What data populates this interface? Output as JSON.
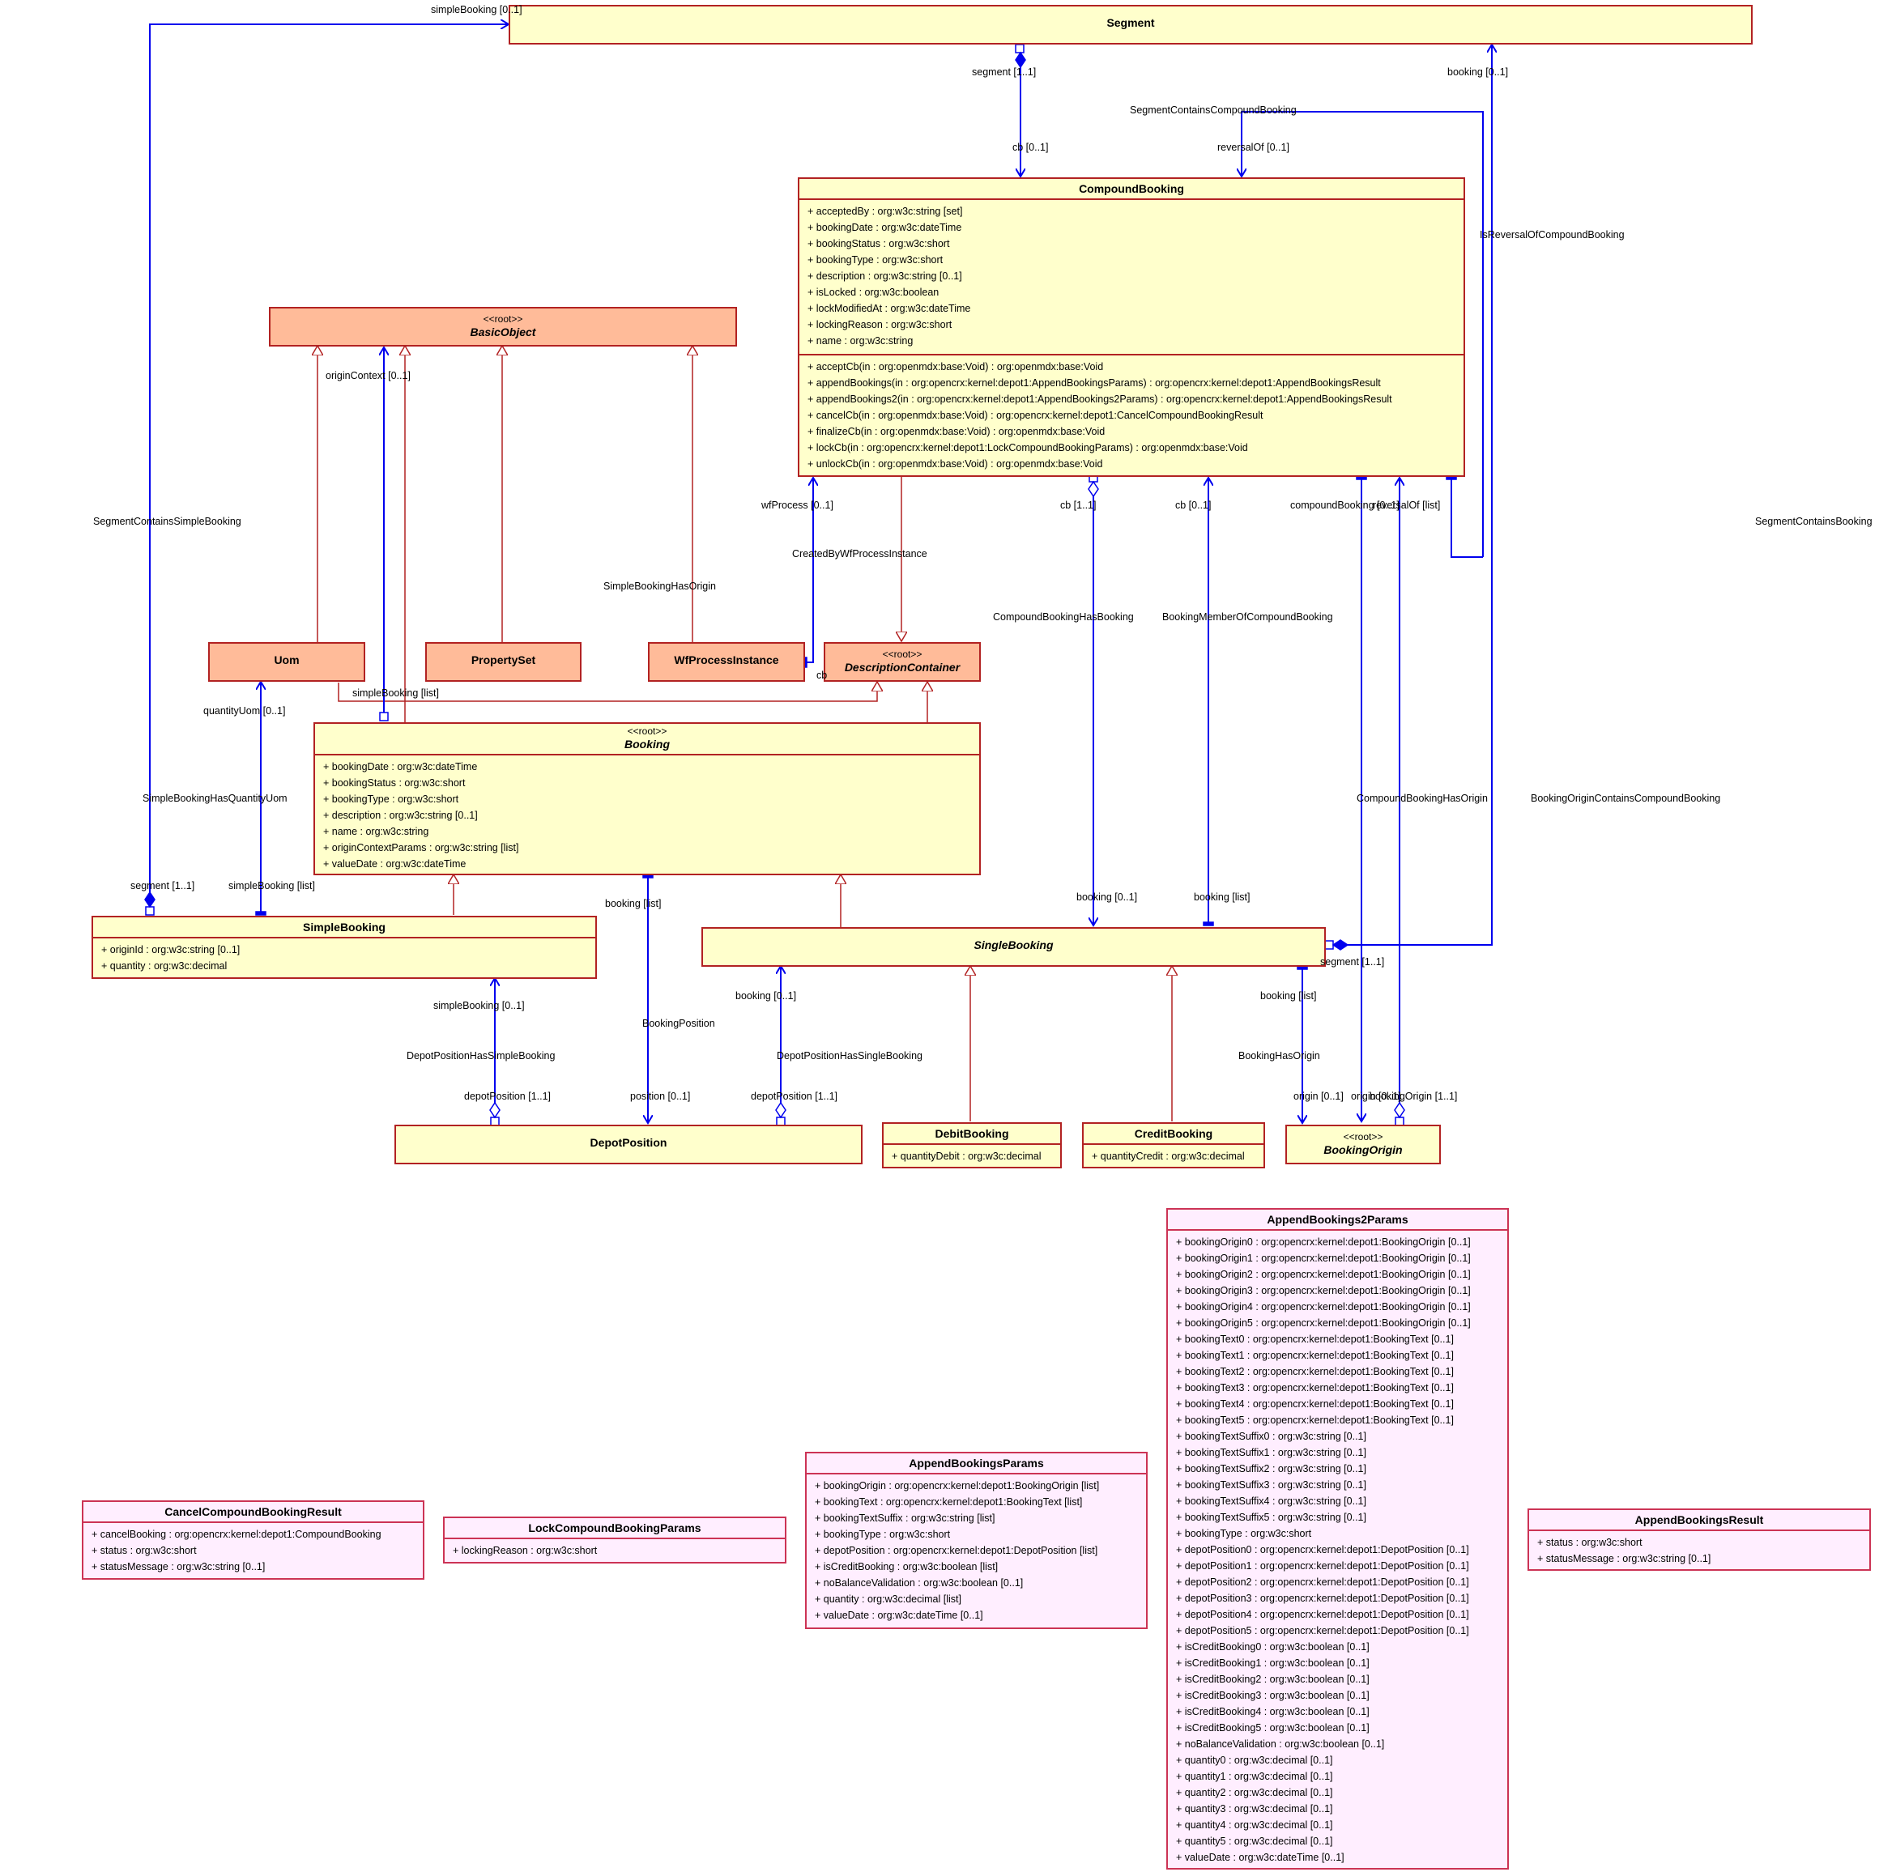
{
  "classes": {
    "segment": {
      "name": "Segment"
    },
    "compound_booking": {
      "name": "CompoundBooking",
      "attributes": [
        "+ acceptedBy : org:w3c:string [set]",
        "+ bookingDate : org:w3c:dateTime",
        "+ bookingStatus : org:w3c:short",
        "+ bookingType : org:w3c:short",
        "+ description : org:w3c:string [0..1]",
        "+ isLocked : org:w3c:boolean",
        "+ lockModifiedAt : org:w3c:dateTime",
        "+ lockingReason : org:w3c:short",
        "+ name : org:w3c:string"
      ],
      "operations": [
        "+ acceptCb(in : org:openmdx:base:Void) : org:openmdx:base:Void",
        "+ appendBookings(in : org:opencrx:kernel:depot1:AppendBookingsParams) : org:opencrx:kernel:depot1:AppendBookingsResult",
        "+ appendBookings2(in : org:opencrx:kernel:depot1:AppendBookings2Params) : org:opencrx:kernel:depot1:AppendBookingsResult",
        "+ cancelCb(in : org:openmdx:base:Void) : org:opencrx:kernel:depot1:CancelCompoundBookingResult",
        "+ finalizeCb(in : org:openmdx:base:Void) : org:openmdx:base:Void",
        "+ lockCb(in : org:opencrx:kernel:depot1:LockCompoundBookingParams) : org:openmdx:base:Void",
        "+ unlockCb(in : org:openmdx:base:Void) : org:openmdx:base:Void"
      ]
    },
    "basic_object": {
      "stereotype": "<<root>>",
      "name": "BasicObject"
    },
    "uom": {
      "name": "Uom"
    },
    "property_set": {
      "name": "PropertySet"
    },
    "wf_process_instance": {
      "name": "WfProcessInstance"
    },
    "description_container": {
      "stereotype": "<<root>>",
      "name": "DescriptionContainer"
    },
    "booking": {
      "stereotype": "<<root>>",
      "name": "Booking",
      "attributes": [
        "+ bookingDate : org:w3c:dateTime",
        "+ bookingStatus : org:w3c:short",
        "+ bookingType : org:w3c:short",
        "+ description : org:w3c:string [0..1]",
        "+ name : org:w3c:string",
        "+ originContextParams : org:w3c:string [list]",
        "+ valueDate : org:w3c:dateTime"
      ]
    },
    "simple_booking": {
      "name": "SimpleBooking",
      "attributes": [
        "+ originId : org:w3c:string [0..1]",
        "+ quantity : org:w3c:decimal"
      ]
    },
    "single_booking": {
      "name": "SingleBooking"
    },
    "depot_position": {
      "name": "DepotPosition"
    },
    "debit_booking": {
      "name": "DebitBooking",
      "attributes": [
        "+ quantityDebit : org:w3c:decimal"
      ]
    },
    "credit_booking": {
      "name": "CreditBooking",
      "attributes": [
        "+ quantityCredit : org:w3c:decimal"
      ]
    },
    "booking_origin": {
      "stereotype": "<<root>>",
      "name": "BookingOrigin"
    },
    "append_bookings2_params": {
      "name": "AppendBookings2Params",
      "attributes": [
        "+ bookingOrigin0 : org:opencrx:kernel:depot1:BookingOrigin [0..1]",
        "+ bookingOrigin1 : org:opencrx:kernel:depot1:BookingOrigin [0..1]",
        "+ bookingOrigin2 : org:opencrx:kernel:depot1:BookingOrigin [0..1]",
        "+ bookingOrigin3 : org:opencrx:kernel:depot1:BookingOrigin [0..1]",
        "+ bookingOrigin4 : org:opencrx:kernel:depot1:BookingOrigin [0..1]",
        "+ bookingOrigin5 : org:opencrx:kernel:depot1:BookingOrigin [0..1]",
        "+ bookingText0 : org:opencrx:kernel:depot1:BookingText [0..1]",
        "+ bookingText1 : org:opencrx:kernel:depot1:BookingText [0..1]",
        "+ bookingText2 : org:opencrx:kernel:depot1:BookingText [0..1]",
        "+ bookingText3 : org:opencrx:kernel:depot1:BookingText [0..1]",
        "+ bookingText4 : org:opencrx:kernel:depot1:BookingText [0..1]",
        "+ bookingText5 : org:opencrx:kernel:depot1:BookingText [0..1]",
        "+ bookingTextSuffix0 : org:w3c:string [0..1]",
        "+ bookingTextSuffix1 : org:w3c:string [0..1]",
        "+ bookingTextSuffix2 : org:w3c:string [0..1]",
        "+ bookingTextSuffix3 : org:w3c:string [0..1]",
        "+ bookingTextSuffix4 : org:w3c:string [0..1]",
        "+ bookingTextSuffix5 : org:w3c:string [0..1]",
        "+ bookingType : org:w3c:short",
        "+ depotPosition0 : org:opencrx:kernel:depot1:DepotPosition [0..1]",
        "+ depotPosition1 : org:opencrx:kernel:depot1:DepotPosition [0..1]",
        "+ depotPosition2 : org:opencrx:kernel:depot1:DepotPosition [0..1]",
        "+ depotPosition3 : org:opencrx:kernel:depot1:DepotPosition [0..1]",
        "+ depotPosition4 : org:opencrx:kernel:depot1:DepotPosition [0..1]",
        "+ depotPosition5 : org:opencrx:kernel:depot1:DepotPosition [0..1]",
        "+ isCreditBooking0 : org:w3c:boolean [0..1]",
        "+ isCreditBooking1 : org:w3c:boolean [0..1]",
        "+ isCreditBooking2 : org:w3c:boolean [0..1]",
        "+ isCreditBooking3 : org:w3c:boolean [0..1]",
        "+ isCreditBooking4 : org:w3c:boolean [0..1]",
        "+ isCreditBooking5 : org:w3c:boolean [0..1]",
        "+ noBalanceValidation : org:w3c:boolean [0..1]",
        "+ quantity0 : org:w3c:decimal [0..1]",
        "+ quantity1 : org:w3c:decimal [0..1]",
        "+ quantity2 : org:w3c:decimal [0..1]",
        "+ quantity3 : org:w3c:decimal [0..1]",
        "+ quantity4 : org:w3c:decimal [0..1]",
        "+ quantity5 : org:w3c:decimal [0..1]",
        "+ valueDate : org:w3c:dateTime [0..1]"
      ]
    },
    "append_bookings_params": {
      "name": "AppendBookingsParams",
      "attributes": [
        "+ bookingOrigin : org:opencrx:kernel:depot1:BookingOrigin [list]",
        "+ bookingText : org:opencrx:kernel:depot1:BookingText [list]",
        "+ bookingTextSuffix : org:w3c:string [list]",
        "+ bookingType : org:w3c:short",
        "+ depotPosition : org:opencrx:kernel:depot1:DepotPosition [list]",
        "+ isCreditBooking : org:w3c:boolean [list]",
        "+ noBalanceValidation : org:w3c:boolean [0..1]",
        "+ quantity : org:w3c:decimal [list]",
        "+ valueDate : org:w3c:dateTime [0..1]"
      ]
    },
    "cancel_compound_booking_result": {
      "name": "CancelCompoundBookingResult",
      "attributes": [
        "+ cancelBooking : org:opencrx:kernel:depot1:CompoundBooking",
        "+ status : org:w3c:short",
        "+ statusMessage : org:w3c:string [0..1]"
      ]
    },
    "lock_compound_booking_params": {
      "name": "LockCompoundBookingParams",
      "attributes": [
        "+ lockingReason : org:w3c:short"
      ]
    },
    "append_bookings_result": {
      "name": "AppendBookingsResult",
      "attributes": [
        "+ status : org:w3c:short",
        "+ statusMessage : org:w3c:string [0..1]"
      ]
    }
  },
  "labels": {
    "simple_booking_01_top": "simpleBooking [0..1]",
    "segment_11_top": "segment [1..1]",
    "booking_01_top": "booking [0..1]",
    "segment_contains_compound_booking": "SegmentContainsCompoundBooking",
    "cb_01_a": "cb [0..1]",
    "reversal_of_01": "reversalOf [0..1]",
    "is_reversal_of_compound_booking": "IsReversalOfCompoundBooking",
    "origin_context_01": "originContext [0..1]",
    "segment_contains_simple_booking": "SegmentContainsSimpleBooking",
    "segment_contains_booking": "SegmentContainsBooking",
    "wf_process_01": "wfProcess [0..1]",
    "cb_11": "cb [1..1]",
    "cb_01_b": "cb [0..1]",
    "compound_booking_overlap": "compoundBooking [0..1]",
    "reversal_overlap": "reversalOf [list]",
    "created_by_wf_process_instance": "CreatedByWfProcessInstance",
    "simple_booking_has_origin": "SimpleBookingHasOrigin",
    "compound_booking_has_booking": "CompoundBookingHasBooking",
    "booking_member_of_compound_booking": "BookingMemberOfCompoundBooking",
    "cb_trunc": "cb",
    "simple_booking_list_a": "simpleBooking [list]",
    "quantity_uom_01": "quantityUom [0..1]",
    "compound_booking_has_origin": "CompoundBookingHasOrigin",
    "booking_origin_contains_compound_booking": "BookingOriginContainsCompoundBooking",
    "simple_booking_has_quantity_uom": "SimpleBookingHasQuantityUom",
    "segment_11_left": "segment [1..1]",
    "simple_booking_list_b": "simpleBooking [list]",
    "booking_list_a": "booking [list]",
    "booking_01_mid": "booking [0..1]",
    "booking_list_b": "booking [list]",
    "segment_11_right": "segment [1..1]",
    "simple_booking_01_low": "simpleBooking [0..1]",
    "booking_01_low": "booking [0..1]",
    "booking_list_c": "booking [list]",
    "booking_position": "BookingPosition",
    "depot_position_has_simple_booking": "DepotPositionHasSimpleBooking",
    "depot_position_has_single_booking": "DepotPositionHasSingleBooking",
    "booking_has_origin": "BookingHasOrigin",
    "depot_position_11_a": "depotPosition [1..1]",
    "position_01": "position [0..1]",
    "depot_position_11_b": "depotPosition [1..1]",
    "origin_01": "origin [0..1]",
    "origin_overlap": "origin [0..1]",
    "booking_origin_11": "bookingOrigin [1..1]"
  }
}
